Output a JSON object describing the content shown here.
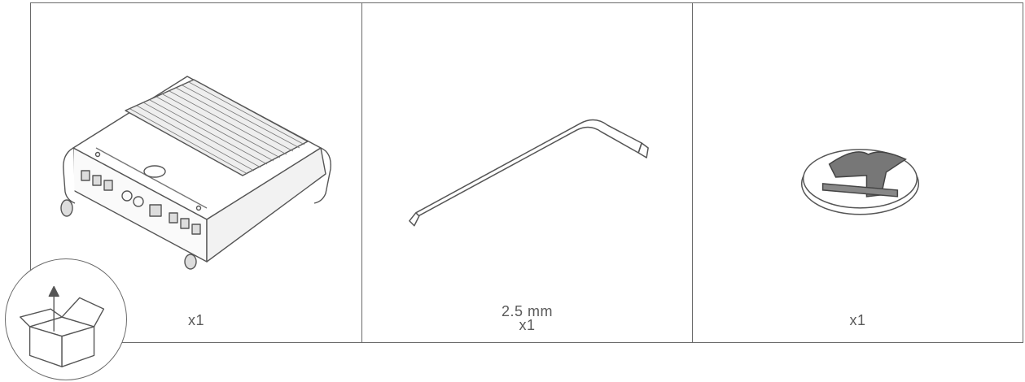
{
  "items": [
    {
      "name": "amplifier",
      "quantity": "x1"
    },
    {
      "name": "hex-key",
      "size": "2.5 mm",
      "quantity": "x1"
    },
    {
      "name": "badge",
      "quantity": "x1"
    }
  ],
  "icons": {
    "unboxing": "open-box-arrow-icon",
    "amplifier": "amplifier-icon",
    "hex_key": "hex-key-icon",
    "badge": "logo-badge-icon"
  },
  "colors": {
    "line": "#6a6a6a",
    "text": "#5a5a5a"
  }
}
